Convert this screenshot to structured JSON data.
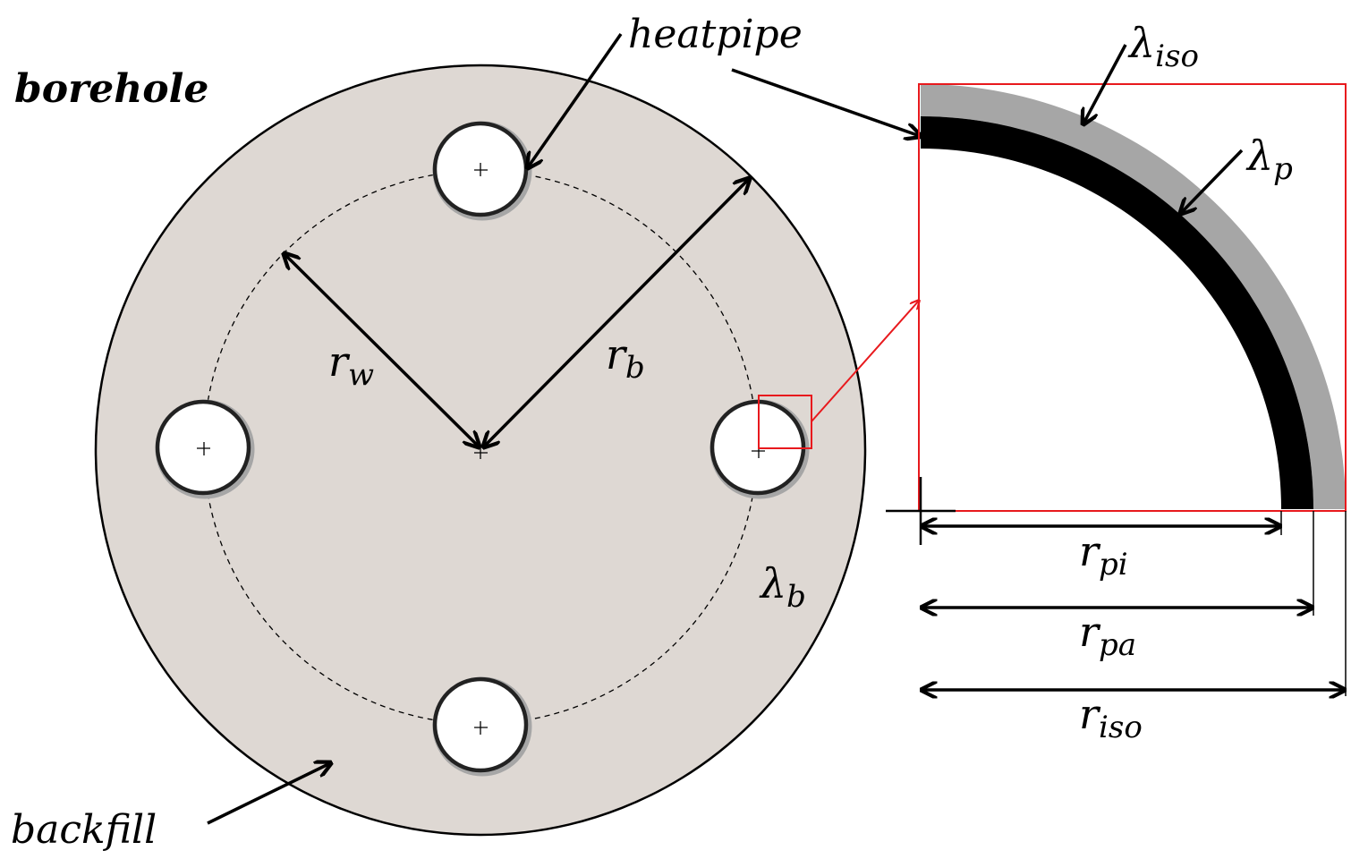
{
  "labels": {
    "borehole": "borehole",
    "heatpipe": "heatpipe",
    "backfill": "backfill",
    "rw": {
      "base": "r",
      "sub": "w"
    },
    "rb": {
      "base": "r",
      "sub": "b"
    },
    "lambda_b": {
      "base": "λ",
      "sub": "b"
    },
    "lambda_iso": {
      "base": "λ",
      "sub": "iso"
    },
    "lambda_p": {
      "base": "λ",
      "sub": "p"
    },
    "r_pi": {
      "base": "r",
      "sub": "pi"
    },
    "r_pa": {
      "base": "r",
      "sub": "pa"
    },
    "r_iso": {
      "base": "r",
      "sub": "iso"
    }
  },
  "colors": {
    "backfill_fill": "#ded8d3",
    "pipe_wall": "#000000",
    "insulation": "#a6a6a6",
    "zoom_frame": "#e8191d",
    "outline": "#000000"
  }
}
